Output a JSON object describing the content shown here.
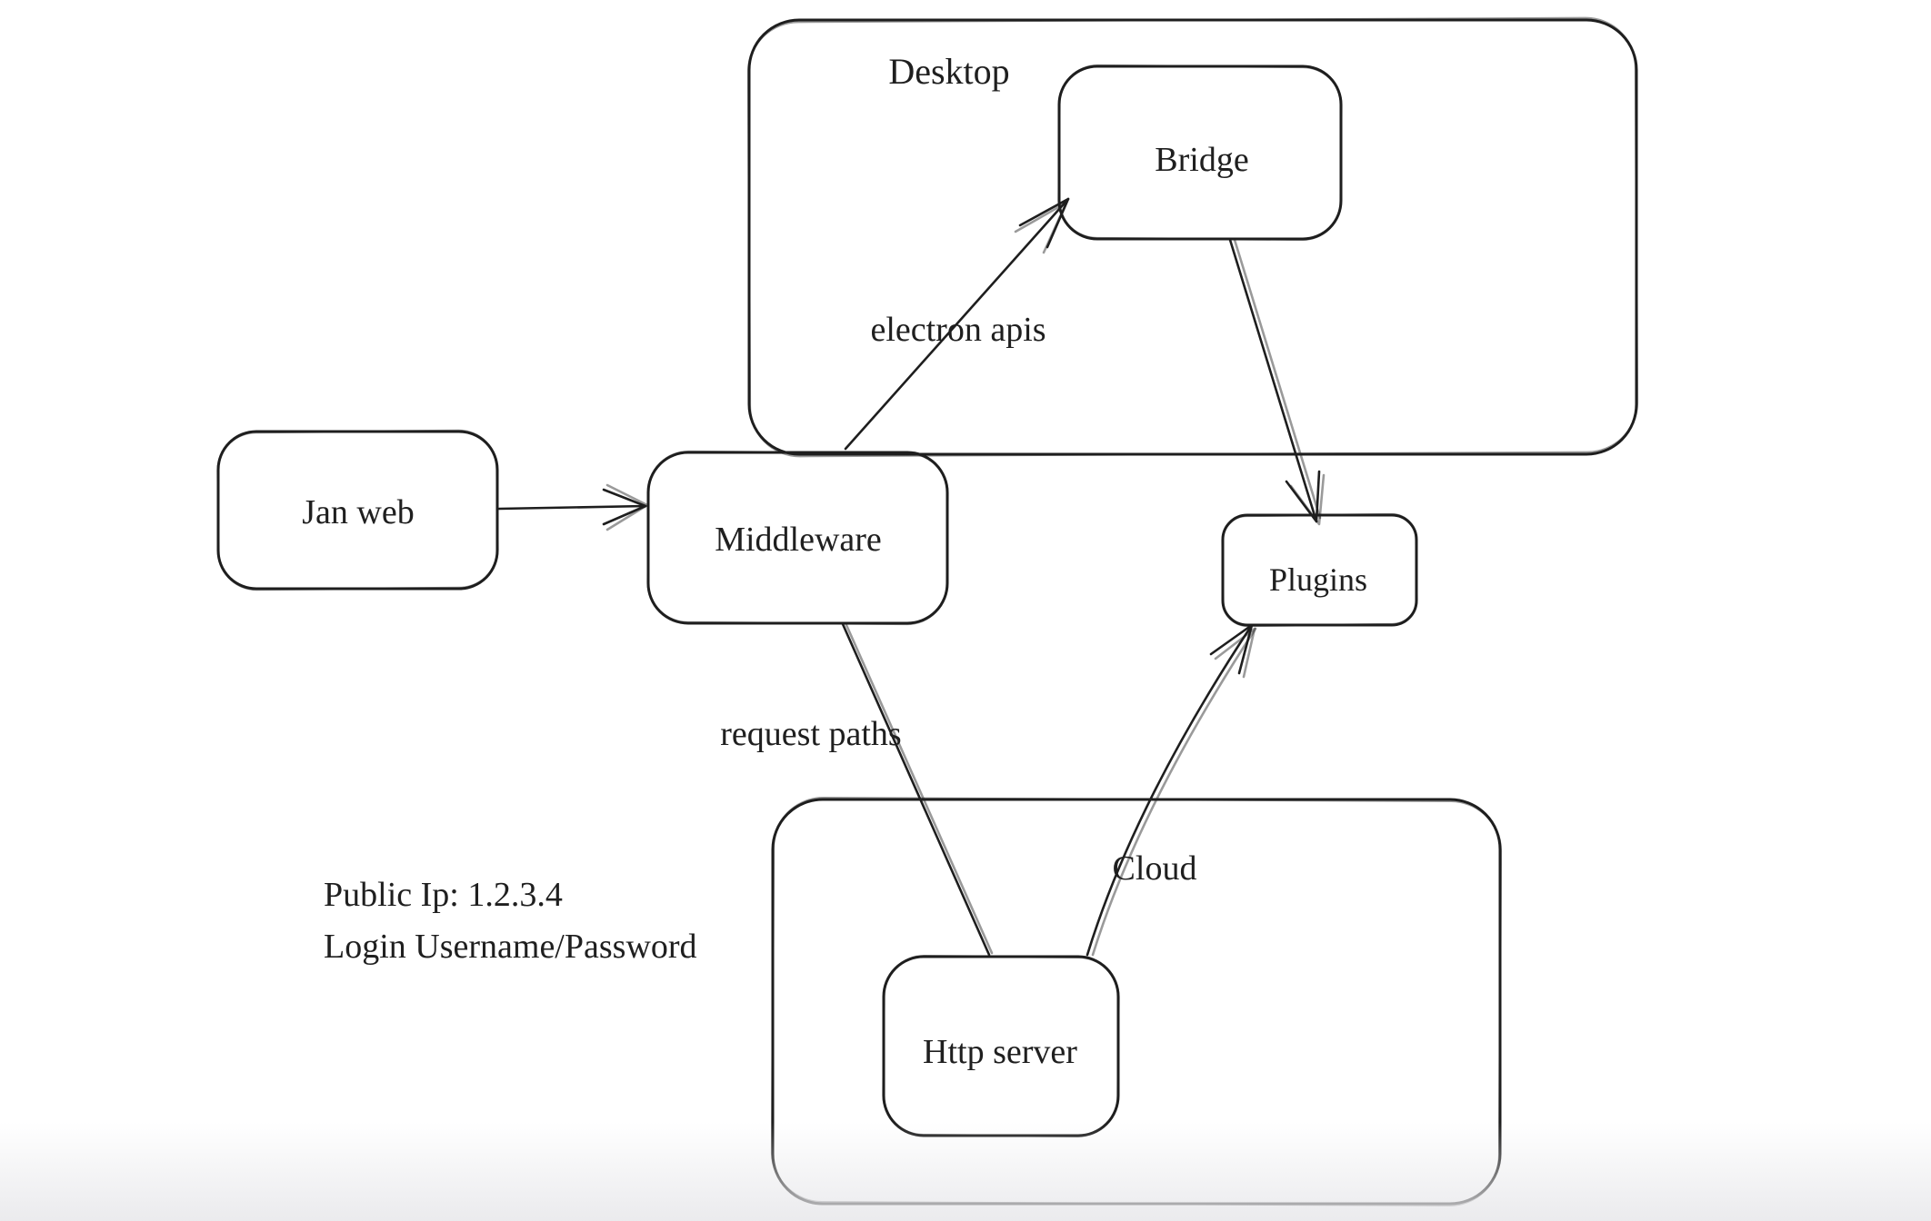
{
  "canvas": {
    "background_color": "#ffffff",
    "stroke_color": "#1e1e1e",
    "text_color": "#1f1f1f",
    "bottom_fade_color": "#e7e7ea"
  },
  "containers": [
    {
      "id": "desktop",
      "label": "Desktop"
    },
    {
      "id": "cloud",
      "label": "Cloud"
    }
  ],
  "nodes": [
    {
      "id": "jan-web",
      "label": "Jan web"
    },
    {
      "id": "middleware",
      "label": "Middleware"
    },
    {
      "id": "bridge",
      "label": "Bridge"
    },
    {
      "id": "plugins",
      "label": "Plugins"
    },
    {
      "id": "http-server",
      "label": "Http server"
    }
  ],
  "edges": [
    {
      "from": "Jan web",
      "to": "Middleware",
      "label": "",
      "arrowhead": "end"
    },
    {
      "from": "Middleware",
      "to": "Bridge",
      "label": "electron apis",
      "arrowhead": "end"
    },
    {
      "from": "Bridge",
      "to": "Plugins",
      "label": "",
      "arrowhead": "end"
    },
    {
      "from": "Middleware",
      "to": "Http server",
      "label": "request paths",
      "arrowhead": "none"
    },
    {
      "from": "Http server",
      "to": "Plugins",
      "label": "",
      "arrowhead": "end"
    }
  ],
  "annotations": [
    {
      "text": "Public Ip: 1.2.3.4"
    },
    {
      "text": "Login Username/Password"
    }
  ]
}
